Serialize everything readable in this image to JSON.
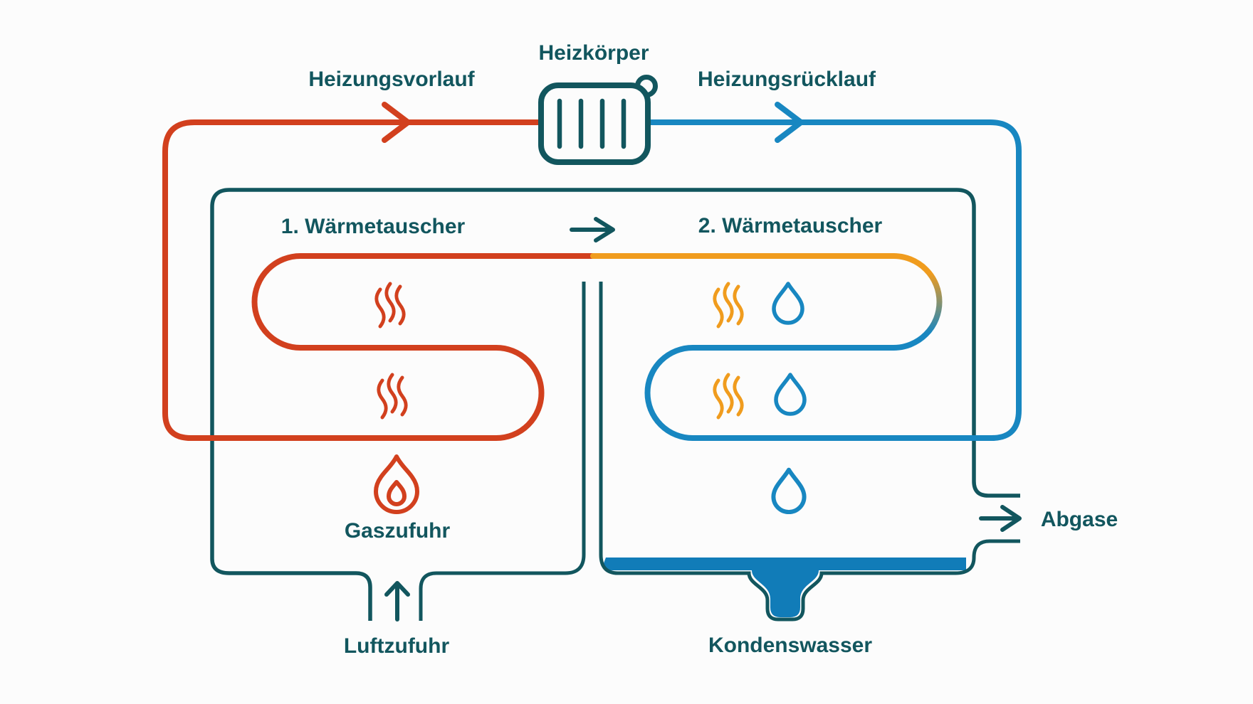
{
  "diagram": {
    "subject": "condensing-boiler-heating-circuit",
    "labels": {
      "radiator": "Heizkörper",
      "supply": "Heizungsvorlauf",
      "return_flow": "Heizungsrücklauf",
      "heat_exchanger_1": "1. Wärmetauscher",
      "heat_exchanger_2": "2. Wärmetauscher",
      "gas_supply": "Gaszufuhr",
      "air_supply": "Luftzufuhr",
      "condensate": "Kondenswasser",
      "exhaust": "Abgase"
    },
    "colors": {
      "outline_teal": "#12565E",
      "hot_red": "#D2401E",
      "warm_orange": "#F09C1E",
      "cool_blue": "#1887C1",
      "condensate_blue": "#117CB8",
      "background": "#FCFCFC"
    },
    "icons": {
      "radiator-icon": "rounded box with 4 vertical bars and valve knob",
      "flame-icon": "outlined flame (gas burner)",
      "heat-waves-icon": "three wavy vertical heat lines",
      "water-drop-icon": "outlined water droplet",
      "arrow-right-icon": "flow direction arrow",
      "arrow-up-icon": "air intake arrow"
    }
  }
}
